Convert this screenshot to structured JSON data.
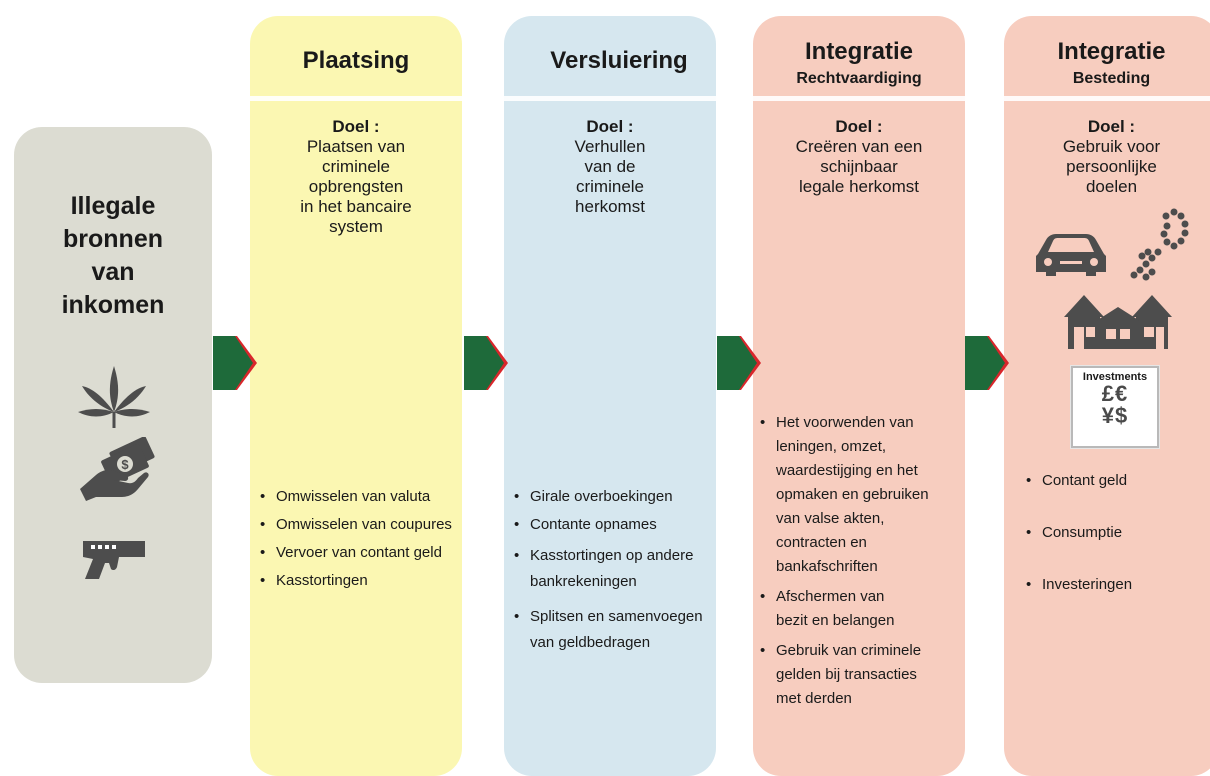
{
  "source": {
    "title_lines": [
      "Illegale",
      "bronnen",
      "van",
      "inkomen"
    ]
  },
  "goal_label": "Doel :",
  "stages": [
    {
      "title": "Plaatsing",
      "subtitle": "",
      "goal": "Plaatsen van\ncriminele\nopbrengsten\nin het bancaire\nsystem",
      "bullets": [
        "Omwisselen van valuta",
        "Omwisselen van coupures",
        "Vervoer van contant geld",
        "Kasstortingen"
      ]
    },
    {
      "title": "Versluiering",
      "subtitle": "",
      "goal": "Verhullen\nvan de\ncriminele\nherkomst",
      "bullets": [
        "Girale overboekingen",
        "Contante opnames",
        "Kasstortingen op andere\nbankrekeningen",
        "Splitsen en samenvoegen\nvan geldbedragen"
      ]
    },
    {
      "title": "Integratie",
      "subtitle": "Rechtvaardiging",
      "goal": "Creëren van een\nschijnbaar\nlegale herkomst",
      "bullets": [
        "Het voorwenden van\nleningen, omzet,\nwaardestijging en het\nopmaken en gebruiken\nvan valse akten,\ncontracten en\nbankafschriften",
        "Afschermen van\nbezit en belangen",
        "Gebruik van criminele\ngelden bij transacties\nmet derden"
      ]
    },
    {
      "title": "Integratie",
      "subtitle": "Besteding",
      "goal": "Gebruik voor\npersoonlijke\ndoelen",
      "bullets": [
        "Contant geld",
        "Consumptie",
        "Investeringen"
      ]
    }
  ],
  "investments": {
    "label": "Investments",
    "currency_row1": "£€",
    "currency_row2": "¥$"
  },
  "icons": {
    "source": [
      "cannabis-leaf-icon",
      "hand-with-money-icon",
      "handgun-icon"
    ],
    "spending": [
      "car-icon",
      "necklace-icon",
      "house-icon",
      "investments-icon"
    ]
  },
  "colors": {
    "source": "#dcdcd2",
    "placement": "#fbf7b2",
    "layering": "#d6e7ef",
    "integration": "#f7cdbf",
    "arrow_green": "#1e6a3a",
    "arrow_red": "#d9262b",
    "icon_gray": "#4d4d4d"
  }
}
